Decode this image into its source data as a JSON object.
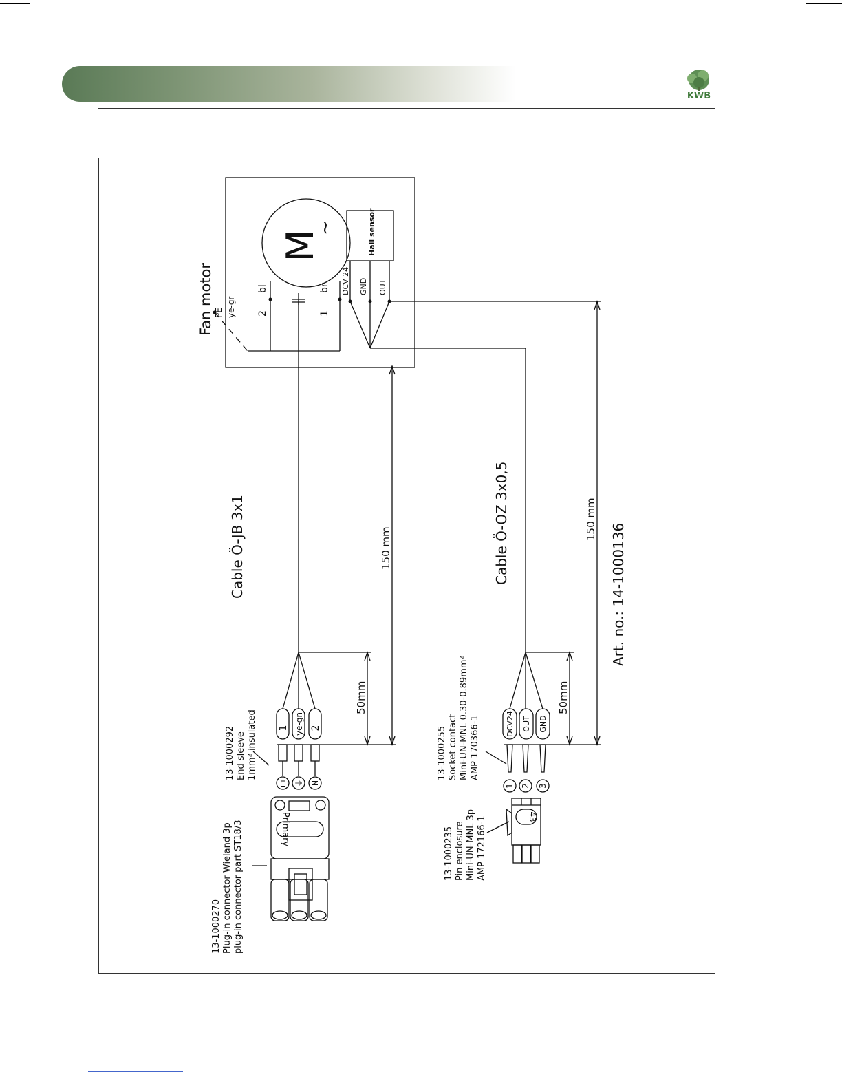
{
  "page": {
    "brand": "KWB",
    "brand_color": "#3f7a3a"
  },
  "diagram": {
    "fan_motor": "Fan motor",
    "motor_symbol": "M",
    "motor_tilde": "~",
    "hall_sensor": "Hall sensor",
    "pe": "PE",
    "ye_gr": "ye-gr",
    "bl": "bl",
    "br": "br",
    "wire_2": "2",
    "wire_1": "1",
    "dcv24": "DCV 24",
    "gnd": "GND",
    "out": "OUT",
    "cable_power": "Cable Ö-JB 3x1",
    "cable_signal": "Cable Ö-OZ 3x0,5",
    "dim_150_a": "150 mm",
    "dim_150_b": "150 mm",
    "dim_50_a": "50mm",
    "dim_50_b": "50mm",
    "art_no": "Art. no.: 14-1000136",
    "sleeve_1": "1",
    "sleeve_yegn": "ye-gn",
    "sleeve_2": "2",
    "sleeve_dcv24": "DCV24",
    "sleeve_out": "OUT",
    "sleeve_gnd": "GND",
    "term_l1": "L1",
    "term_pe": "⏚",
    "term_n": "N",
    "pin_1": "1",
    "pin_2": "2",
    "pin_3": "3",
    "connector_label": "Primary",
    "pin_enclosure_mark": "43",
    "part_end_sleeve": [
      "13-1000292",
      "End sleeve",
      "1mm² insulated"
    ],
    "part_wieland": [
      "13-1000270",
      "Plug-in connector Wieland 3p",
      "plug-in connector part ST18/3"
    ],
    "part_socket": [
      "13-1000255",
      "Socket contact",
      "Mini-UN-MNL 0.30-0.89mm²",
      "AMP 170366-1"
    ],
    "part_pin_enclosure": [
      "13-1000235",
      "Pin enclosure",
      "Mini-UN-MNL 3p",
      "AMP 172166-1"
    ]
  }
}
